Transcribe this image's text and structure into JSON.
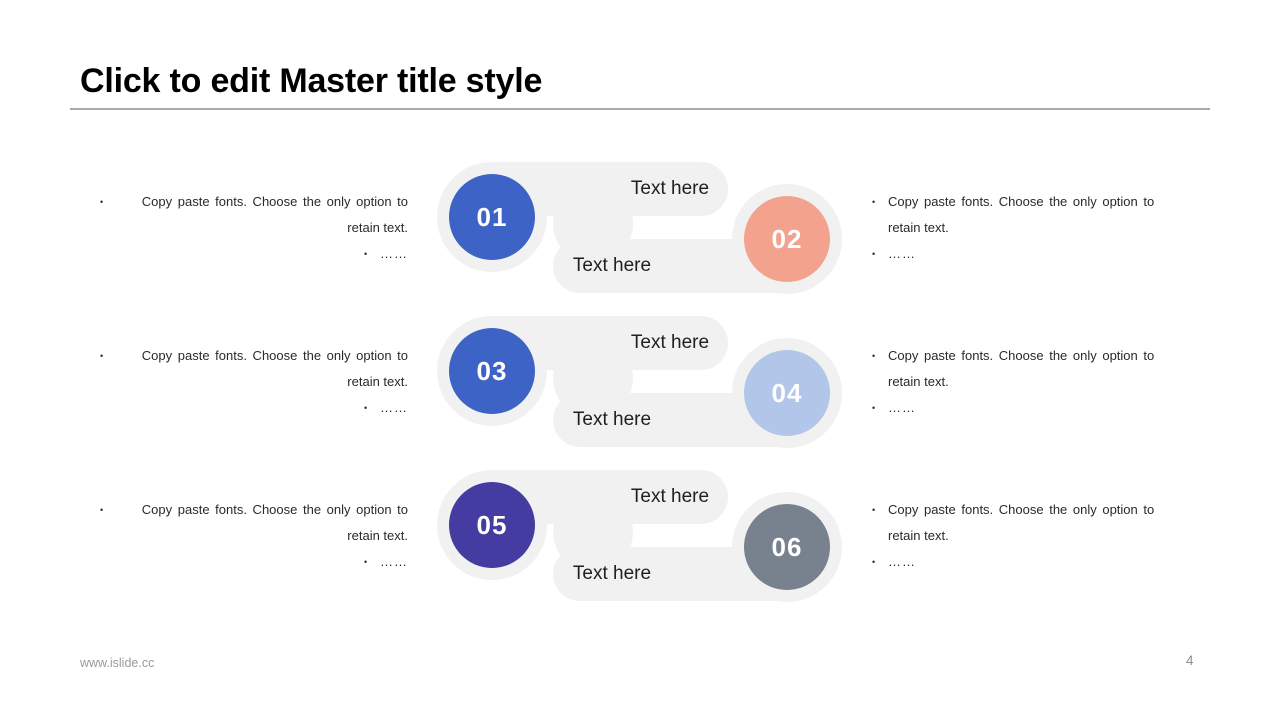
{
  "slide": {
    "title": "Click to edit Master title style",
    "footer_url": "www.islide.cc",
    "page_number": "4"
  },
  "colors": {
    "blob_gray": "#f1f1f1",
    "title_rule_gray": "#ababab",
    "step_blue": "#3c63c5",
    "step_salmon": "#f2a28d",
    "step_light_blue": "#b1c6e8",
    "step_indigo": "#443ca0",
    "step_slate": "#78828f",
    "number_text": "#ffffff"
  },
  "bullets": {
    "bullet": "•",
    "line1": "Copy paste fonts. Choose the only option to",
    "line2": "retain text.",
    "ellipsis": "……"
  },
  "rows": [
    {
      "left": {
        "number": "01",
        "color": "#3c63c5"
      },
      "right": {
        "number": "02",
        "color": "#f2a28d"
      },
      "upper_label": "Text here",
      "lower_label": "Text here"
    },
    {
      "left": {
        "number": "03",
        "color": "#3c63c5"
      },
      "right": {
        "number": "04",
        "color": "#b1c6e8"
      },
      "upper_label": "Text here",
      "lower_label": "Text here"
    },
    {
      "left": {
        "number": "05",
        "color": "#443ca0"
      },
      "right": {
        "number": "06",
        "color": "#78828f"
      },
      "upper_label": "Text here",
      "lower_label": "Text here"
    }
  ]
}
